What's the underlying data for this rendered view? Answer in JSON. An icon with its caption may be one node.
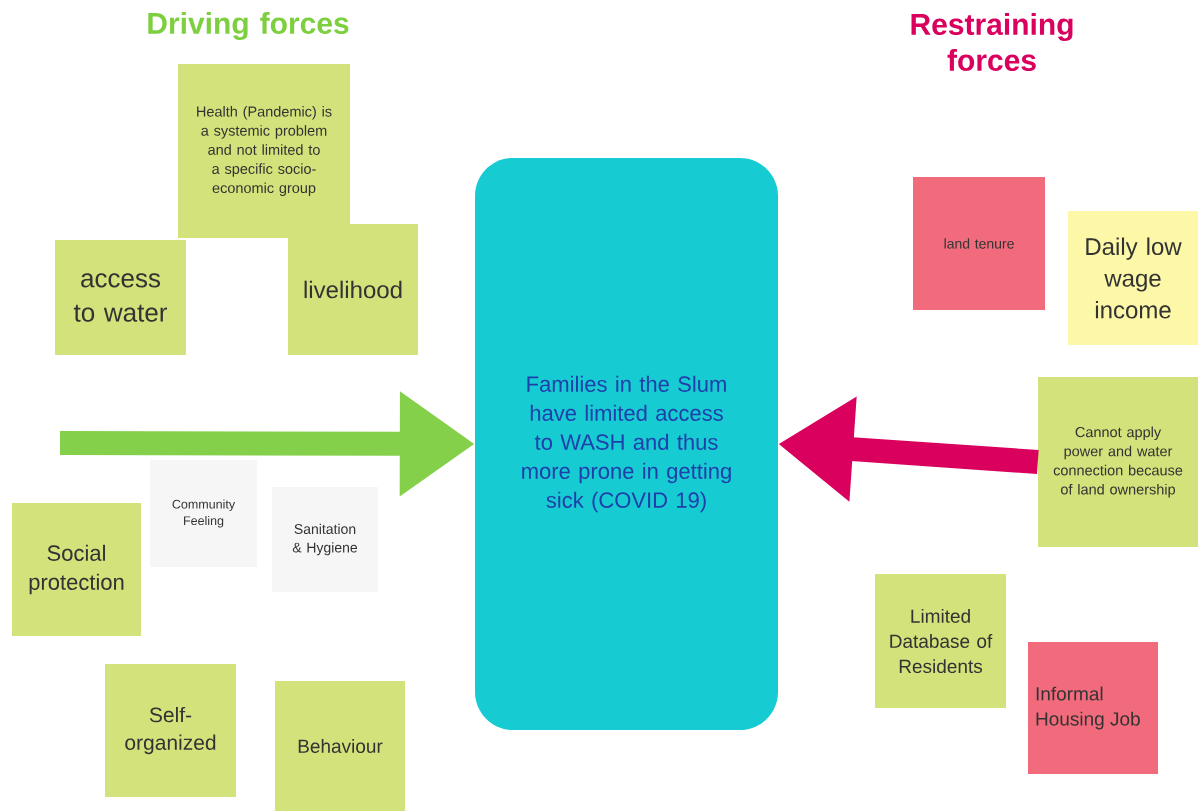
{
  "diagram": {
    "nodes": [
      {
        "text": [
          "Health (Pandemic) is a systemic problem and not limited to a specific socio-economic group"
        ]
      },
      {
        "text": [
          "access to water"
        ]
      },
      {
        "text": [
          "livelihood"
        ]
      },
      {
        "text": [
          "Families in the Slum have limited access to WASH and thus more prone in getting sick (COVID 19)"
        ]
      },
      {
        "text": [
          "Community Feeling"
        ]
      },
      {
        "text": [
          "Sanitation & Hygiene"
        ]
      },
      {
        "text": [
          "Social protection"
        ]
      },
      {
        "text": [
          "Self-organized"
        ]
      },
      {
        "text": [
          "Behaviour"
        ]
      },
      {
        "text": [
          "land tenure"
        ]
      },
      {
        "text": [
          "Daily low wage income"
        ]
      },
      {
        "text": [
          "Cannot apply power and water connection because of land ownership"
        ]
      },
      {
        "text": [
          "Limited Database of Residents"
        ]
      },
      {
        "text": [
          "Informal Housing Job"
        ]
      }
    ],
    "edges": [
      {
        "from": null,
        "to": 3,
        "arrow": "to",
        "color": "#84d04a"
      },
      {
        "from": 11,
        "to": 3,
        "arrow": "to",
        "color": "#d9005e"
      }
    ],
    "labels": [
      "Driving forces",
      "Restraining forces"
    ]
  }
}
